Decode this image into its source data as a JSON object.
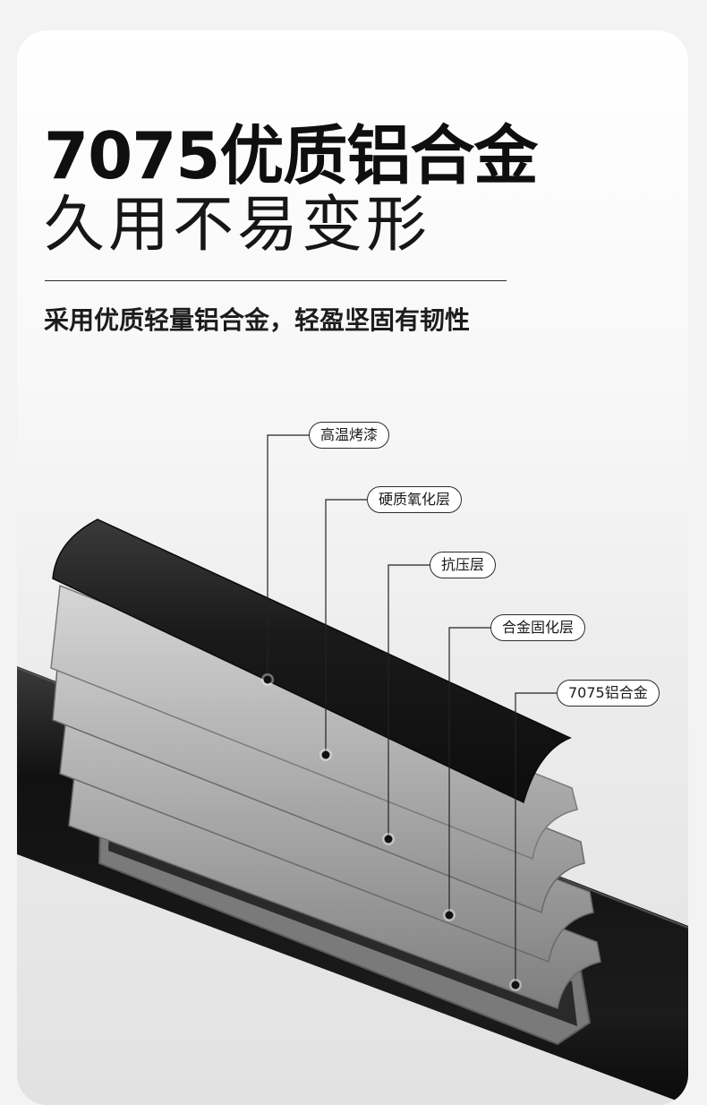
{
  "title": {
    "line1": "7075优质铝合金",
    "line2": "久用不易变形"
  },
  "subtitle": "采用优质轻量铝合金，轻盈坚固有韧性",
  "layers": [
    {
      "label": "高温烤漆",
      "color": "#1a1a1a"
    },
    {
      "label": "硬质氧化层",
      "color": "#a9a9a9"
    },
    {
      "label": "抗压层",
      "color": "#9d9d9d"
    },
    {
      "label": "合金固化层",
      "color": "#959595"
    },
    {
      "label": "7075铝合金",
      "color": "#8c8c8c"
    }
  ],
  "colors": {
    "background": "#f3f3f3",
    "text": "#0f0f0f",
    "tube": "#141414"
  }
}
